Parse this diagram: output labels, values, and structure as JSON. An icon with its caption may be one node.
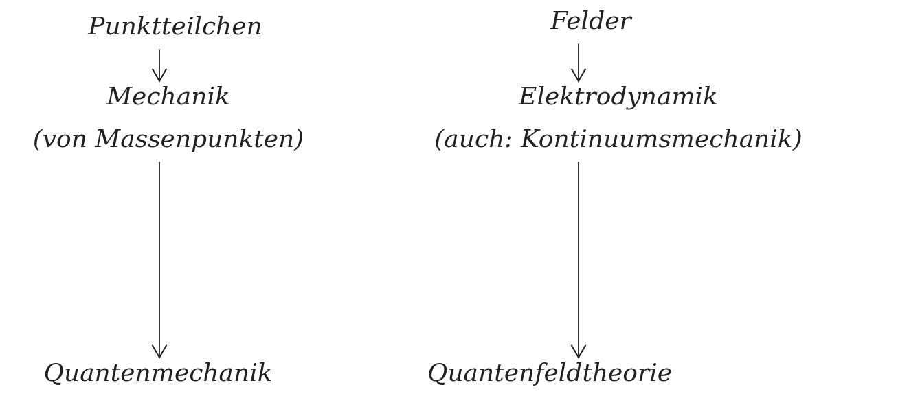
{
  "diagram": {
    "nodes": [
      {
        "text": [
          "Punktteilchen"
        ]
      },
      {
        "text": [
          "Felder"
        ]
      },
      {
        "text": [
          "Mechanik",
          "(von Massenpunkten)"
        ]
      },
      {
        "text": [
          "Elektrodynamik",
          "(auch: Kontinuumsmechanik)"
        ]
      },
      {
        "text": [
          "Quantenmechanik"
        ]
      },
      {
        "text": [
          "Quantenfeldtheorie"
        ]
      }
    ],
    "edges": [
      {
        "from": 0,
        "to": 2,
        "arrow": "to"
      },
      {
        "from": 2,
        "to": 4,
        "arrow": "to"
      },
      {
        "from": 1,
        "to": 3,
        "arrow": "to"
      },
      {
        "from": 3,
        "to": 5,
        "arrow": "to"
      }
    ]
  }
}
